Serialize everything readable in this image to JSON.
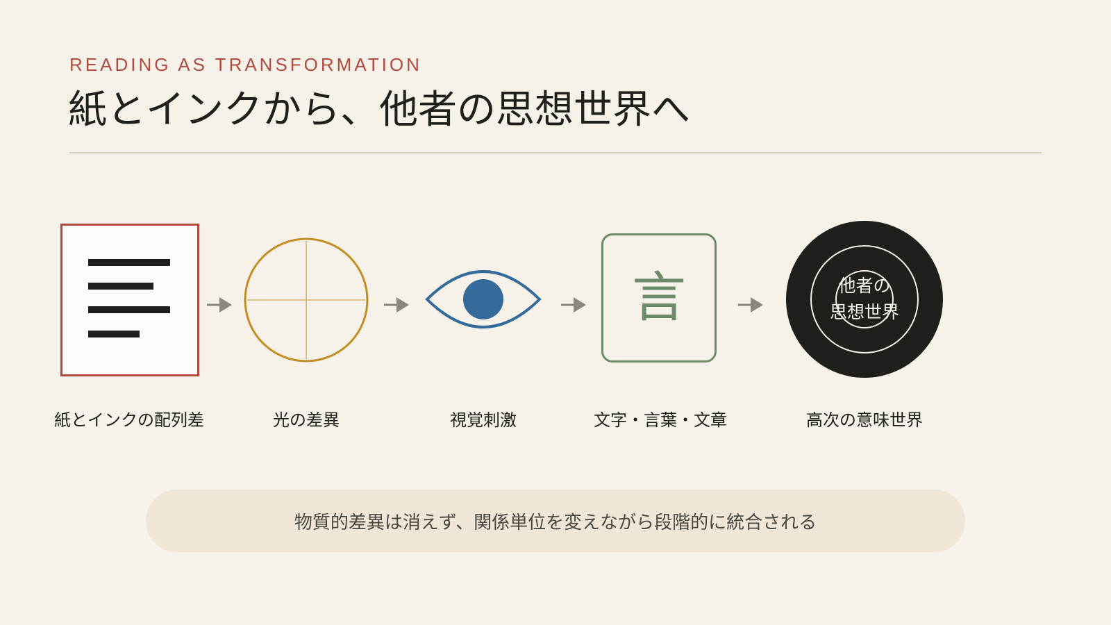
{
  "header": {
    "eyebrow": "READING AS TRANSFORMATION",
    "title": "紙とインクから、他者の思想世界へ"
  },
  "steps": [
    {
      "label": "紙とインクの配列差",
      "icon": "document-lines-icon",
      "color": "#b24a3e"
    },
    {
      "label": "光の差異",
      "icon": "light-circle-icon",
      "color": "#c38e22"
    },
    {
      "label": "視覚刺激",
      "icon": "eye-icon",
      "color": "#356b9a"
    },
    {
      "label": "文字・言葉・文章",
      "icon": "word-box-icon",
      "color": "#6b8b6c",
      "glyph": "言"
    },
    {
      "label": "高次の意味世界",
      "icon": "meaning-world-icon",
      "color": "#1f1f1b",
      "inner_text": [
        "他者の",
        "思想世界"
      ]
    }
  ],
  "summary": "物質的差異は消えず、関係単位を変えながら段階的に統合される"
}
